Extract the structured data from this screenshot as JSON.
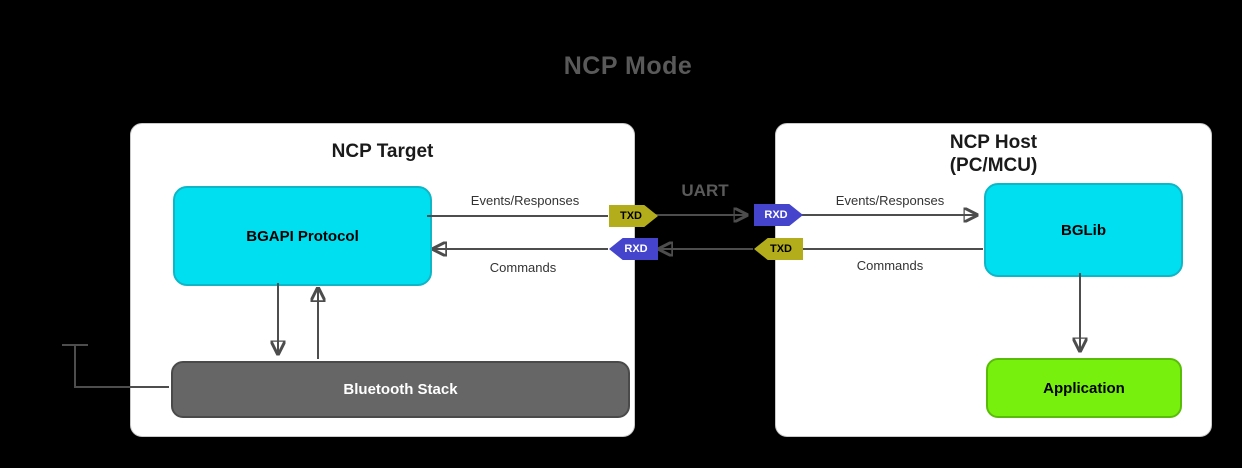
{
  "title": "NCP Mode",
  "colors": {
    "background": "#000000",
    "panel": "#ffffff",
    "cyan_box": "#00dff0",
    "gray_box": "#666666",
    "green_box": "#77f00d",
    "txd_tag": "#b3ad1c",
    "rxd_tag": "#4444cc",
    "wire": "#4d4d4d",
    "muted_text": "#595959"
  },
  "left_panel": {
    "title": "NCP Target",
    "bgapi_label": "BGAPI Protocol",
    "stack_label": "Bluetooth Stack",
    "events_label": "Events/Responses",
    "commands_label": "Commands"
  },
  "right_panel": {
    "title_line1": "NCP Host",
    "title_line2": "(PC/MCU)",
    "bglib_label": "BGLib",
    "application_label": "Application",
    "events_label": "Events/Responses",
    "commands_label": "Commands"
  },
  "uart": {
    "label": "UART",
    "tags": {
      "top_txd": "TXD",
      "top_rxd": "RXD",
      "bottom_rxd": "RXD",
      "bottom_txd": "TXD"
    }
  }
}
